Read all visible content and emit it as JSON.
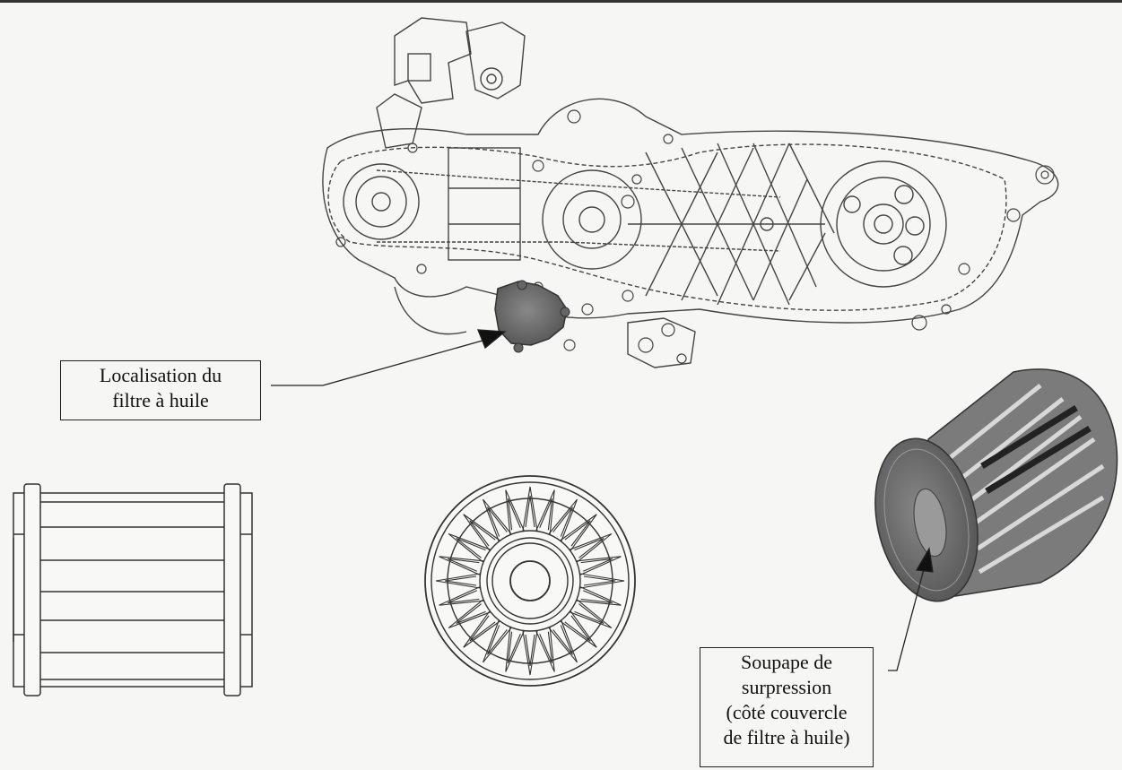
{
  "labels": {
    "filter_location": [
      "Localisation du",
      "filtre à huile"
    ],
    "relief_valve": [
      "Soupape de",
      "surpression",
      "(côté couvercle",
      "de filtre à huile)"
    ]
  },
  "colors": {
    "line": "#333333",
    "shade_dark": "#555555",
    "shade_mid": "#888888",
    "background": "#f6f6f4"
  }
}
